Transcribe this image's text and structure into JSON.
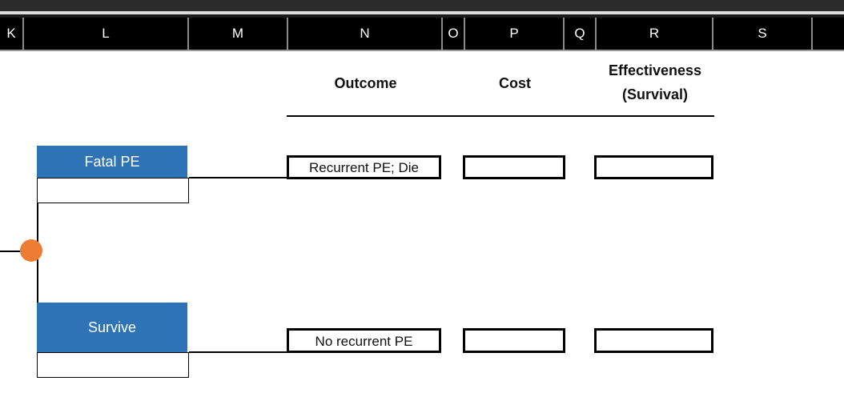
{
  "columns": [
    "K",
    "L",
    "M",
    "N",
    "O",
    "P",
    "Q",
    "R",
    "S"
  ],
  "headers": {
    "outcome": "Outcome",
    "cost": "Cost",
    "effectiveness_line1": "Effectiveness",
    "effectiveness_line2": "(Survival)"
  },
  "branches": [
    {
      "label": "Fatal PE",
      "outcome": "Recurrent PE; Die",
      "cost": "",
      "effectiveness": ""
    },
    {
      "label": "Survive",
      "outcome": "No recurrent PE",
      "cost": "",
      "effectiveness": ""
    }
  ],
  "colors": {
    "branch_fill": "#2f73b7",
    "chance_node": "#ee7d33",
    "header_bar": "#000000"
  }
}
